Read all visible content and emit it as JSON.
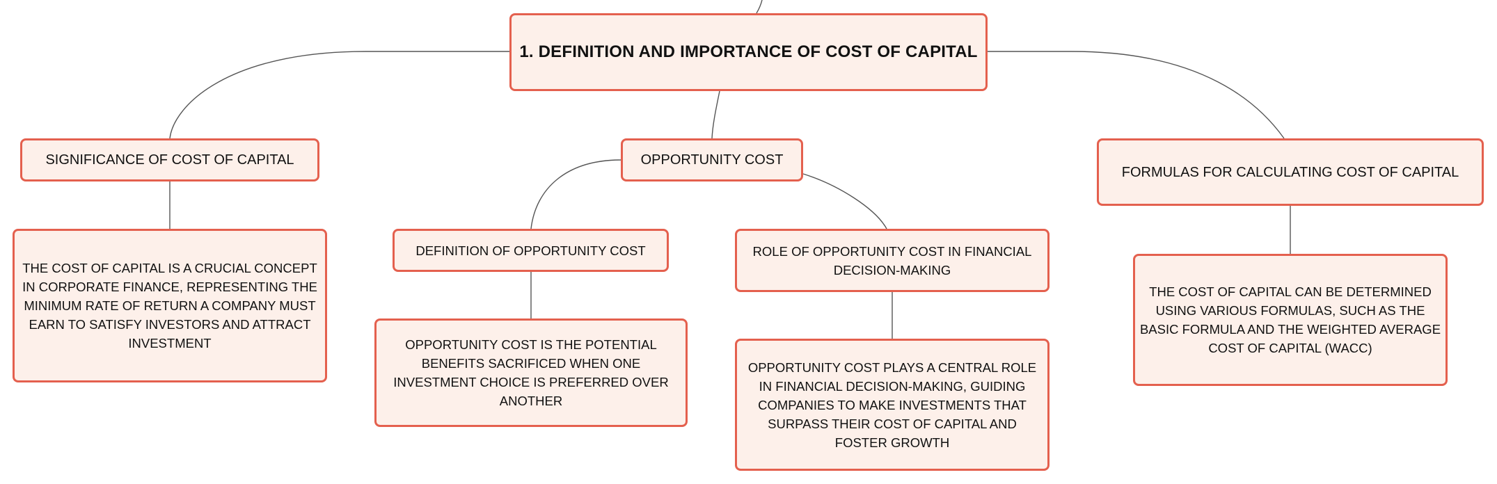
{
  "root": {
    "label": "1. DEFINITION AND IMPORTANCE OF COST OF CAPITAL"
  },
  "topics": {
    "significance": {
      "label": "SIGNIFICANCE OF COST OF CAPITAL",
      "detail": "THE COST OF CAPITAL IS A CRUCIAL CONCEPT IN CORPORATE FINANCE, REPRESENTING THE MINIMUM RATE OF RETURN A COMPANY MUST EARN TO SATISFY INVESTORS AND ATTRACT INVESTMENT"
    },
    "opportunity": {
      "label": "OPPORTUNITY COST",
      "definition": {
        "label": "DEFINITION OF OPPORTUNITY COST",
        "detail": "OPPORTUNITY COST IS THE POTENTIAL BENEFITS SACRIFICED WHEN ONE INVESTMENT CHOICE IS PREFERRED OVER ANOTHER"
      },
      "role": {
        "label": "ROLE OF OPPORTUNITY COST IN FINANCIAL DECISION-MAKING",
        "detail": "OPPORTUNITY COST PLAYS A CENTRAL ROLE IN FINANCIAL DECISION-MAKING, GUIDING COMPANIES TO MAKE INVESTMENTS THAT SURPASS THEIR COST OF CAPITAL AND FOSTER GROWTH"
      }
    },
    "formulas": {
      "label": "FORMULAS FOR CALCULATING COST OF CAPITAL",
      "detail": "THE COST OF CAPITAL CAN BE DETERMINED USING VARIOUS FORMULAS, SUCH AS THE BASIC FORMULA AND THE WEIGHTED AVERAGE COST OF CAPITAL (WACC)"
    }
  },
  "colors": {
    "node_border": "#e4604e",
    "node_fill": "#fdf0ea",
    "connector": "#555555",
    "text": "#111111"
  }
}
